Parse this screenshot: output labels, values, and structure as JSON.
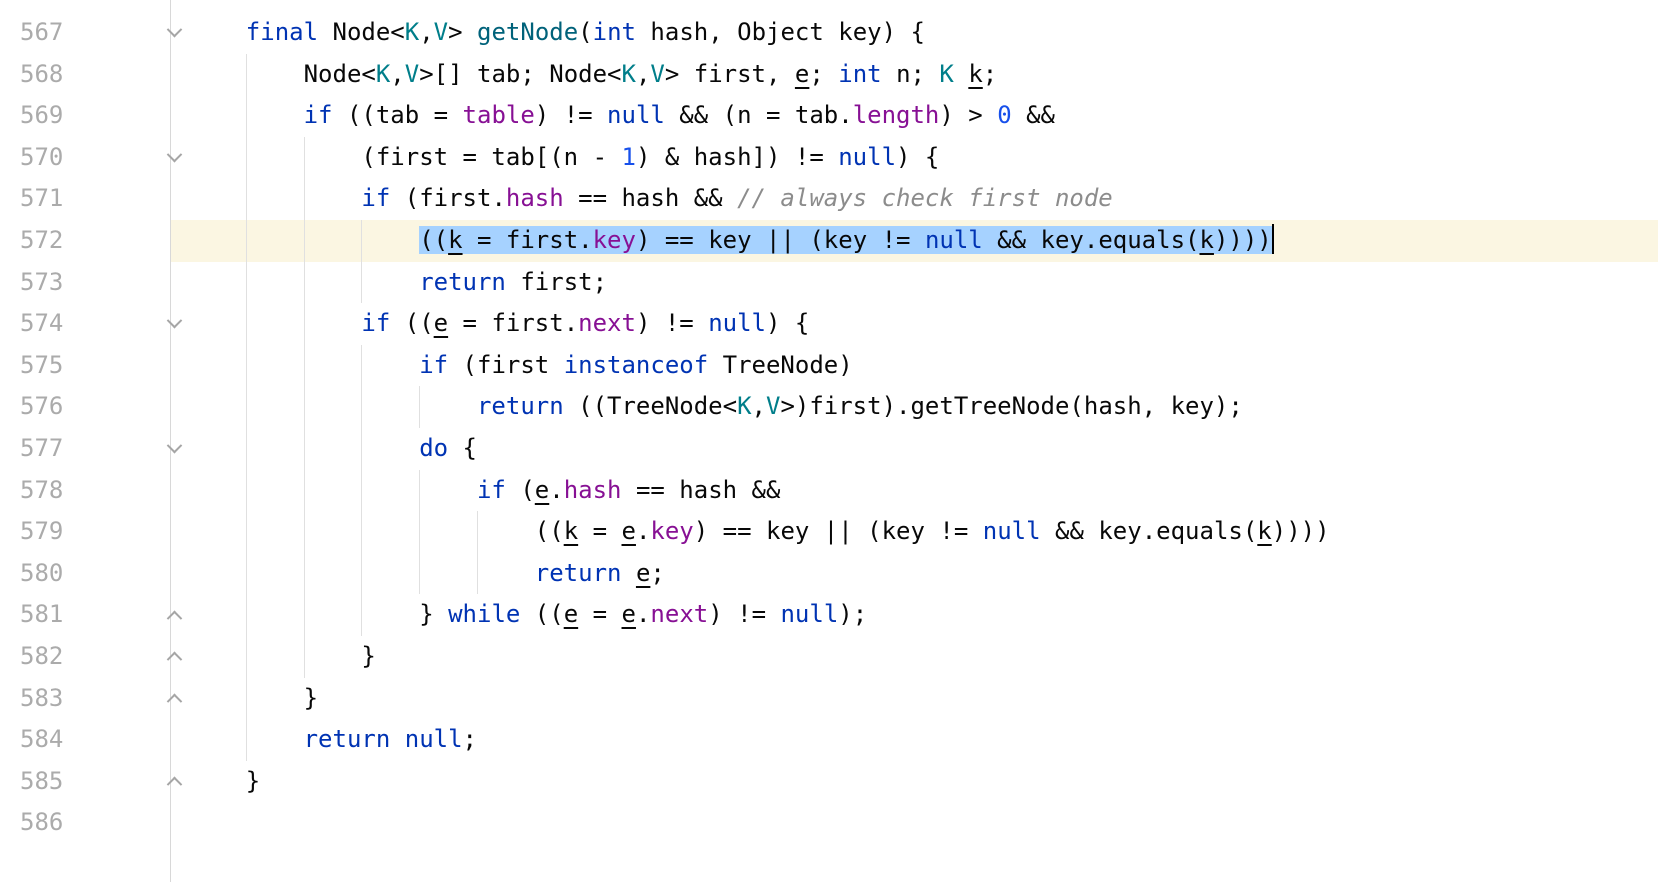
{
  "editor": {
    "colors": {
      "editor_bg": "#FFFFFF",
      "keyword": "#0033B3",
      "field": "#871094",
      "number": "#1750EB",
      "comment": "#8C8C8C",
      "type_param": "#007E8A",
      "method_decl": "#00627A",
      "plain": "#080808",
      "line_number": "#ABABAB",
      "selection_bg": "#A6D2FF",
      "caret_row_bg": "#FBF6E2",
      "gutter_separator": "#D8D8D8",
      "indent_guide": "#E0E0E0",
      "fold_icon": "#A6A6A6",
      "caret": "#000000"
    },
    "lines": [
      {
        "num": "567",
        "fold": "down",
        "indent": 4,
        "segments": [
          {
            "s": "kw",
            "t": "final"
          },
          {
            "s": "pln",
            "t": " Node<"
          },
          {
            "s": "typ",
            "t": "K"
          },
          {
            "s": "pln",
            "t": ","
          },
          {
            "s": "typ",
            "t": "V"
          },
          {
            "s": "pln",
            "t": "> "
          },
          {
            "s": "mth",
            "t": "getNode"
          },
          {
            "s": "pln",
            "t": "("
          },
          {
            "s": "kw",
            "t": "int"
          },
          {
            "s": "pln",
            "t": " hash, Object key) {"
          }
        ]
      },
      {
        "num": "568",
        "fold": "",
        "indent": 8,
        "segments": [
          {
            "s": "pln",
            "t": "Node<"
          },
          {
            "s": "typ",
            "t": "K"
          },
          {
            "s": "pln",
            "t": ","
          },
          {
            "s": "typ",
            "t": "V"
          },
          {
            "s": "pln",
            "t": ">[] tab; Node<"
          },
          {
            "s": "typ",
            "t": "K"
          },
          {
            "s": "pln",
            "t": ","
          },
          {
            "s": "typ",
            "t": "V"
          },
          {
            "s": "pln",
            "t": "> first, "
          },
          {
            "s": "var",
            "t": "e"
          },
          {
            "s": "pln",
            "t": "; "
          },
          {
            "s": "kw",
            "t": "int"
          },
          {
            "s": "pln",
            "t": " n; "
          },
          {
            "s": "typ",
            "t": "K"
          },
          {
            "s": "pln",
            "t": " "
          },
          {
            "s": "var",
            "t": "k"
          },
          {
            "s": "pln",
            "t": ";"
          }
        ]
      },
      {
        "num": "569",
        "fold": "",
        "indent": 8,
        "segments": [
          {
            "s": "kw",
            "t": "if"
          },
          {
            "s": "pln",
            "t": " ((tab = "
          },
          {
            "s": "fld",
            "t": "table"
          },
          {
            "s": "pln",
            "t": ") != "
          },
          {
            "s": "kw",
            "t": "null"
          },
          {
            "s": "pln",
            "t": " && (n = tab."
          },
          {
            "s": "fld",
            "t": "length"
          },
          {
            "s": "pln",
            "t": ") > "
          },
          {
            "s": "num",
            "t": "0"
          },
          {
            "s": "pln",
            "t": " &&"
          }
        ]
      },
      {
        "num": "570",
        "fold": "down",
        "indent": 12,
        "segments": [
          {
            "s": "pln",
            "t": "(first = tab[(n - "
          },
          {
            "s": "num",
            "t": "1"
          },
          {
            "s": "pln",
            "t": ") & hash]) != "
          },
          {
            "s": "kw",
            "t": "null"
          },
          {
            "s": "pln",
            "t": ") {"
          }
        ]
      },
      {
        "num": "571",
        "fold": "",
        "indent": 12,
        "segments": [
          {
            "s": "kw",
            "t": "if"
          },
          {
            "s": "pln",
            "t": " (first."
          },
          {
            "s": "fld",
            "t": "hash"
          },
          {
            "s": "pln",
            "t": " == hash && "
          },
          {
            "s": "cmt",
            "t": "// always check first node"
          }
        ]
      },
      {
        "num": "572",
        "fold": "",
        "indent": 16,
        "selected": true,
        "caret": true,
        "segments": [
          {
            "s": "pln",
            "t": "(("
          },
          {
            "s": "var",
            "t": "k"
          },
          {
            "s": "pln",
            "t": " = first."
          },
          {
            "s": "fld",
            "t": "key"
          },
          {
            "s": "pln",
            "t": ") == key || (key != "
          },
          {
            "s": "kw",
            "t": "null"
          },
          {
            "s": "pln",
            "t": " && key.equals("
          },
          {
            "s": "var",
            "t": "k"
          },
          {
            "s": "pln",
            "t": "))))"
          }
        ]
      },
      {
        "num": "573",
        "fold": "",
        "indent": 16,
        "segments": [
          {
            "s": "kw",
            "t": "return"
          },
          {
            "s": "pln",
            "t": " first;"
          }
        ]
      },
      {
        "num": "574",
        "fold": "down",
        "indent": 12,
        "segments": [
          {
            "s": "kw",
            "t": "if"
          },
          {
            "s": "pln",
            "t": " (("
          },
          {
            "s": "var",
            "t": "e"
          },
          {
            "s": "pln",
            "t": " = first."
          },
          {
            "s": "fld",
            "t": "next"
          },
          {
            "s": "pln",
            "t": ") != "
          },
          {
            "s": "kw",
            "t": "null"
          },
          {
            "s": "pln",
            "t": ") {"
          }
        ]
      },
      {
        "num": "575",
        "fold": "",
        "indent": 16,
        "segments": [
          {
            "s": "kw",
            "t": "if"
          },
          {
            "s": "pln",
            "t": " (first "
          },
          {
            "s": "kw",
            "t": "instanceof"
          },
          {
            "s": "pln",
            "t": " TreeNode)"
          }
        ]
      },
      {
        "num": "576",
        "fold": "",
        "indent": 20,
        "segments": [
          {
            "s": "kw",
            "t": "return"
          },
          {
            "s": "pln",
            "t": " ((TreeNode<"
          },
          {
            "s": "typ",
            "t": "K"
          },
          {
            "s": "pln",
            "t": ","
          },
          {
            "s": "typ",
            "t": "V"
          },
          {
            "s": "pln",
            "t": ">)first).getTreeNode(hash, key);"
          }
        ]
      },
      {
        "num": "577",
        "fold": "down",
        "indent": 16,
        "segments": [
          {
            "s": "kw",
            "t": "do"
          },
          {
            "s": "pln",
            "t": " {"
          }
        ]
      },
      {
        "num": "578",
        "fold": "",
        "indent": 20,
        "segments": [
          {
            "s": "kw",
            "t": "if"
          },
          {
            "s": "pln",
            "t": " ("
          },
          {
            "s": "var",
            "t": "e"
          },
          {
            "s": "pln",
            "t": "."
          },
          {
            "s": "fld",
            "t": "hash"
          },
          {
            "s": "pln",
            "t": " == hash &&"
          }
        ]
      },
      {
        "num": "579",
        "fold": "",
        "indent": 24,
        "segments": [
          {
            "s": "pln",
            "t": "(("
          },
          {
            "s": "var",
            "t": "k"
          },
          {
            "s": "pln",
            "t": " = "
          },
          {
            "s": "var",
            "t": "e"
          },
          {
            "s": "pln",
            "t": "."
          },
          {
            "s": "fld",
            "t": "key"
          },
          {
            "s": "pln",
            "t": ") == key || (key != "
          },
          {
            "s": "kw",
            "t": "null"
          },
          {
            "s": "pln",
            "t": " && key.equals("
          },
          {
            "s": "var",
            "t": "k"
          },
          {
            "s": "pln",
            "t": "))))"
          }
        ]
      },
      {
        "num": "580",
        "fold": "",
        "indent": 24,
        "segments": [
          {
            "s": "kw",
            "t": "return"
          },
          {
            "s": "pln",
            "t": " "
          },
          {
            "s": "var",
            "t": "e"
          },
          {
            "s": "pln",
            "t": ";"
          }
        ]
      },
      {
        "num": "581",
        "fold": "up",
        "indent": 16,
        "segments": [
          {
            "s": "pln",
            "t": "} "
          },
          {
            "s": "kw",
            "t": "while"
          },
          {
            "s": "pln",
            "t": " (("
          },
          {
            "s": "var",
            "t": "e"
          },
          {
            "s": "pln",
            "t": " = "
          },
          {
            "s": "var",
            "t": "e"
          },
          {
            "s": "pln",
            "t": "."
          },
          {
            "s": "fld",
            "t": "next"
          },
          {
            "s": "pln",
            "t": ") != "
          },
          {
            "s": "kw",
            "t": "null"
          },
          {
            "s": "pln",
            "t": ");"
          }
        ]
      },
      {
        "num": "582",
        "fold": "up",
        "indent": 12,
        "segments": [
          {
            "s": "pln",
            "t": "}"
          }
        ]
      },
      {
        "num": "583",
        "fold": "up",
        "indent": 8,
        "segments": [
          {
            "s": "pln",
            "t": "}"
          }
        ]
      },
      {
        "num": "584",
        "fold": "",
        "indent": 8,
        "segments": [
          {
            "s": "kw",
            "t": "return"
          },
          {
            "s": "pln",
            "t": " "
          },
          {
            "s": "kw",
            "t": "null"
          },
          {
            "s": "pln",
            "t": ";"
          }
        ]
      },
      {
        "num": "585",
        "fold": "up",
        "indent": 4,
        "segments": [
          {
            "s": "pln",
            "t": "}"
          }
        ]
      },
      {
        "num": "586",
        "fold": "",
        "indent": 0,
        "segments": []
      }
    ]
  }
}
